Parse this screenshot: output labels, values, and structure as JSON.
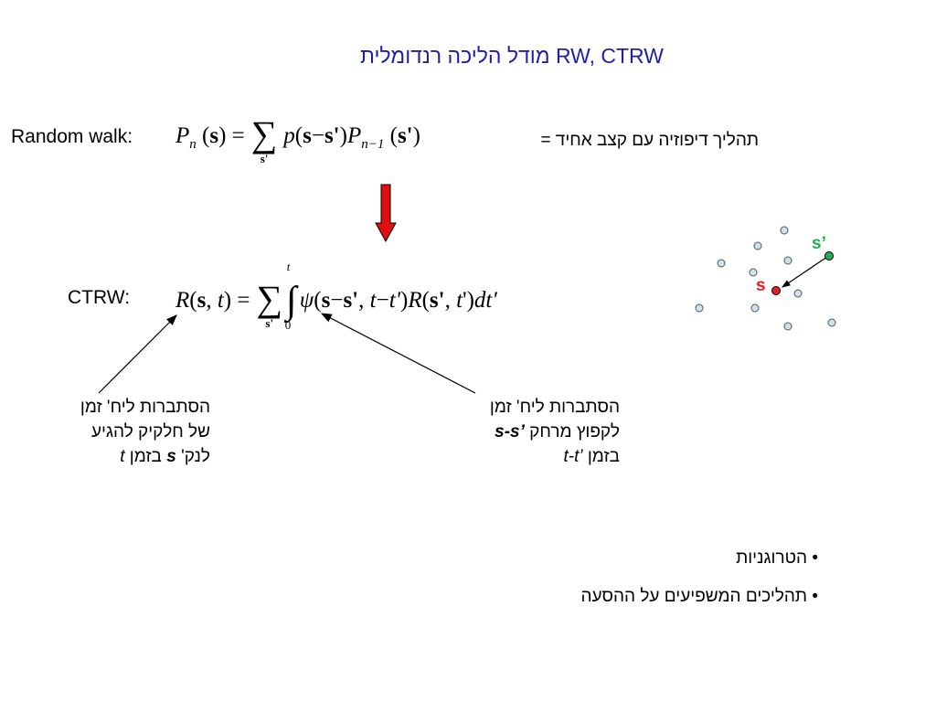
{
  "title": "מודל הליכה רנדומלית RW, CTRW",
  "random_walk": {
    "label": "Random walk:",
    "hebrew_note": "תהליך דיפוזיה עם קצב אחיד =",
    "eq": {
      "P": "P",
      "n": "n",
      "s": "s",
      "eq": "=",
      "sum_under": "s'",
      "p": "p",
      "minus": "−",
      "s_prime": "s'",
      "nm1": "n−1"
    }
  },
  "ctrw": {
    "label": "CTRW:",
    "eq": {
      "R": "R",
      "s": "s",
      "t": "t",
      "eq": "=",
      "sum_under": "s'",
      "int_upper": "t",
      "int_lower": "0",
      "psi": "ψ",
      "minus": "−",
      "s_prime": "s'",
      "t_prime": "t'",
      "dt": "dt'"
    }
  },
  "annotations": {
    "left": {
      "line1": "הסתברות ליח' זמן",
      "line2": "של חלקיק להגיע",
      "line3_a": "לנק' ",
      "line3_s": "s",
      "line3_b": " בזמן ",
      "line3_t": "t"
    },
    "right": {
      "line1": "הסתברות ליח' זמן",
      "line2_a": "לקפוץ מרחק ",
      "line2_ss": "s-s’",
      "line3_a": "בזמן ",
      "line3_tt": "t-t’"
    }
  },
  "diagram": {
    "s_label": "s",
    "sprime_label": "s’",
    "s_color": "#e02020",
    "sprime_color": "#20b050",
    "dot_color": "#c8e4ec"
  },
  "bullets": [
    "הטרוגניות",
    "תהליכים המשפיעים על ההסעה"
  ],
  "colors": {
    "title": "#1f1fa8",
    "arrow_fill": "#e01010"
  }
}
